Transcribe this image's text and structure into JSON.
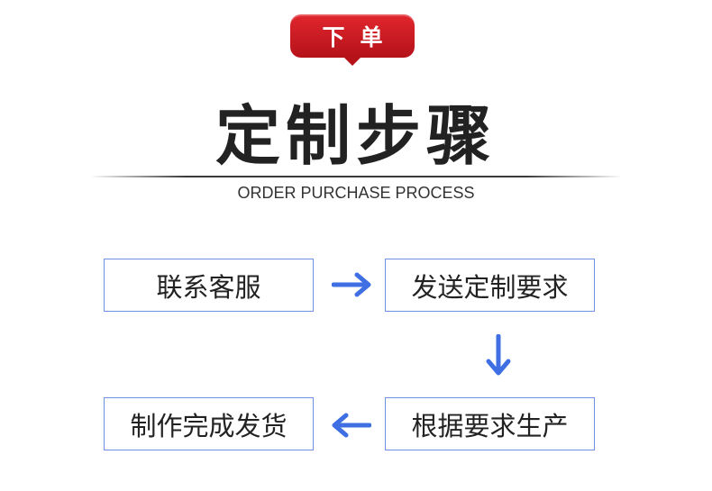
{
  "badge": {
    "label": "下单"
  },
  "header": {
    "title": "定制步骤",
    "subtitle": "ORDER PURCHASE PROCESS"
  },
  "steps": [
    {
      "label": "联系客服"
    },
    {
      "label": "发送定制要求"
    },
    {
      "label": "根据要求生产"
    },
    {
      "label": "制作完成发货"
    }
  ],
  "colors": {
    "badge": "#c8161e",
    "step_border": "#6f91e2",
    "arrow": "#3f6fe3",
    "text": "#222222"
  },
  "icons": [
    "arrow-right-icon",
    "arrow-down-icon",
    "arrow-left-icon"
  ]
}
